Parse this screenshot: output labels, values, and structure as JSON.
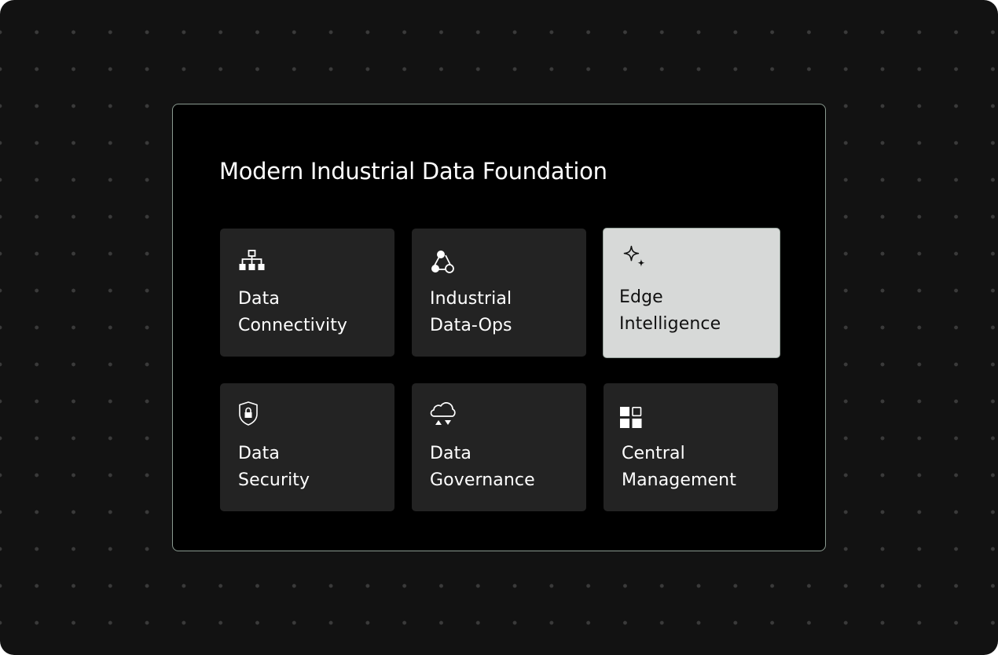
{
  "page": {
    "title": "Modern Industrial Data Foundation"
  },
  "colors": {
    "background": "#121212",
    "dot": "#3a3a3a",
    "frame_bg": "#000000",
    "frame_border": "#8a9a90",
    "card_bg": "#232323",
    "card_active_bg": "#d7d9d8",
    "text_light": "#ffffff",
    "text_dark": "#111111"
  },
  "cards": [
    {
      "line1": "Data",
      "line2": "Connectivity",
      "icon": "hierarchy-network-icon",
      "active": false
    },
    {
      "line1": "Industrial",
      "line2": "Data-Ops",
      "icon": "connected-nodes-icon",
      "active": false
    },
    {
      "line1": "Edge",
      "line2": "Intelligence",
      "icon": "sparkle-icon",
      "active": true
    },
    {
      "line1": "Data",
      "line2": "Security",
      "icon": "shield-lock-icon",
      "active": false
    },
    {
      "line1": "Data",
      "line2": "Governance",
      "icon": "cloud-sync-icon",
      "active": false
    },
    {
      "line1": "Central",
      "line2": "Management",
      "icon": "grid-apps-icon",
      "active": false
    }
  ]
}
